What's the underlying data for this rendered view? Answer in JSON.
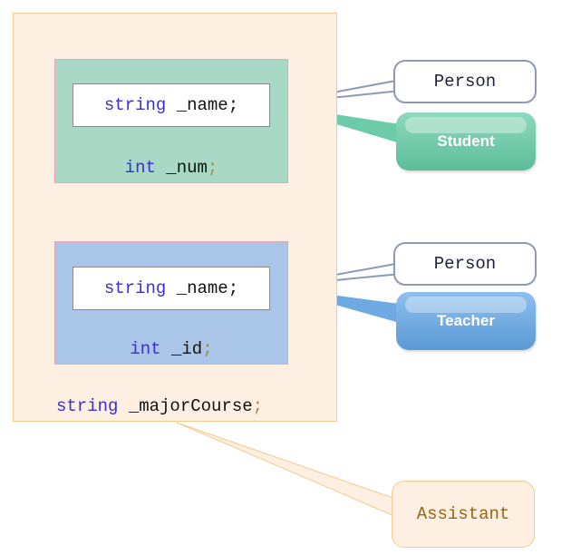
{
  "student": {
    "field_type": "string",
    "field_name": " _name;",
    "member_type": "int",
    "member_name": " _num",
    "member_punct": ";"
  },
  "teacher": {
    "field_type": "string",
    "field_name": " _name;",
    "member_type": "int",
    "member_name": " _id",
    "member_punct": ";"
  },
  "assistant_member": {
    "type": "string",
    "name": " _majorCourse",
    "punct": ";"
  },
  "callouts": {
    "person_top": "Person",
    "student": "Student",
    "person_bottom": "Person",
    "teacher": "Teacher",
    "assistant": "Assistant"
  },
  "colors": {
    "outer_fill": "#fdf0e3",
    "student_fill": "#a9d8c7",
    "teacher_fill": "#a9c6e8",
    "student_callout": "#6ccba8",
    "teacher_callout": "#6fa9e2",
    "keyword": "#3d2fd6",
    "assistant_text": "#9a6410"
  }
}
